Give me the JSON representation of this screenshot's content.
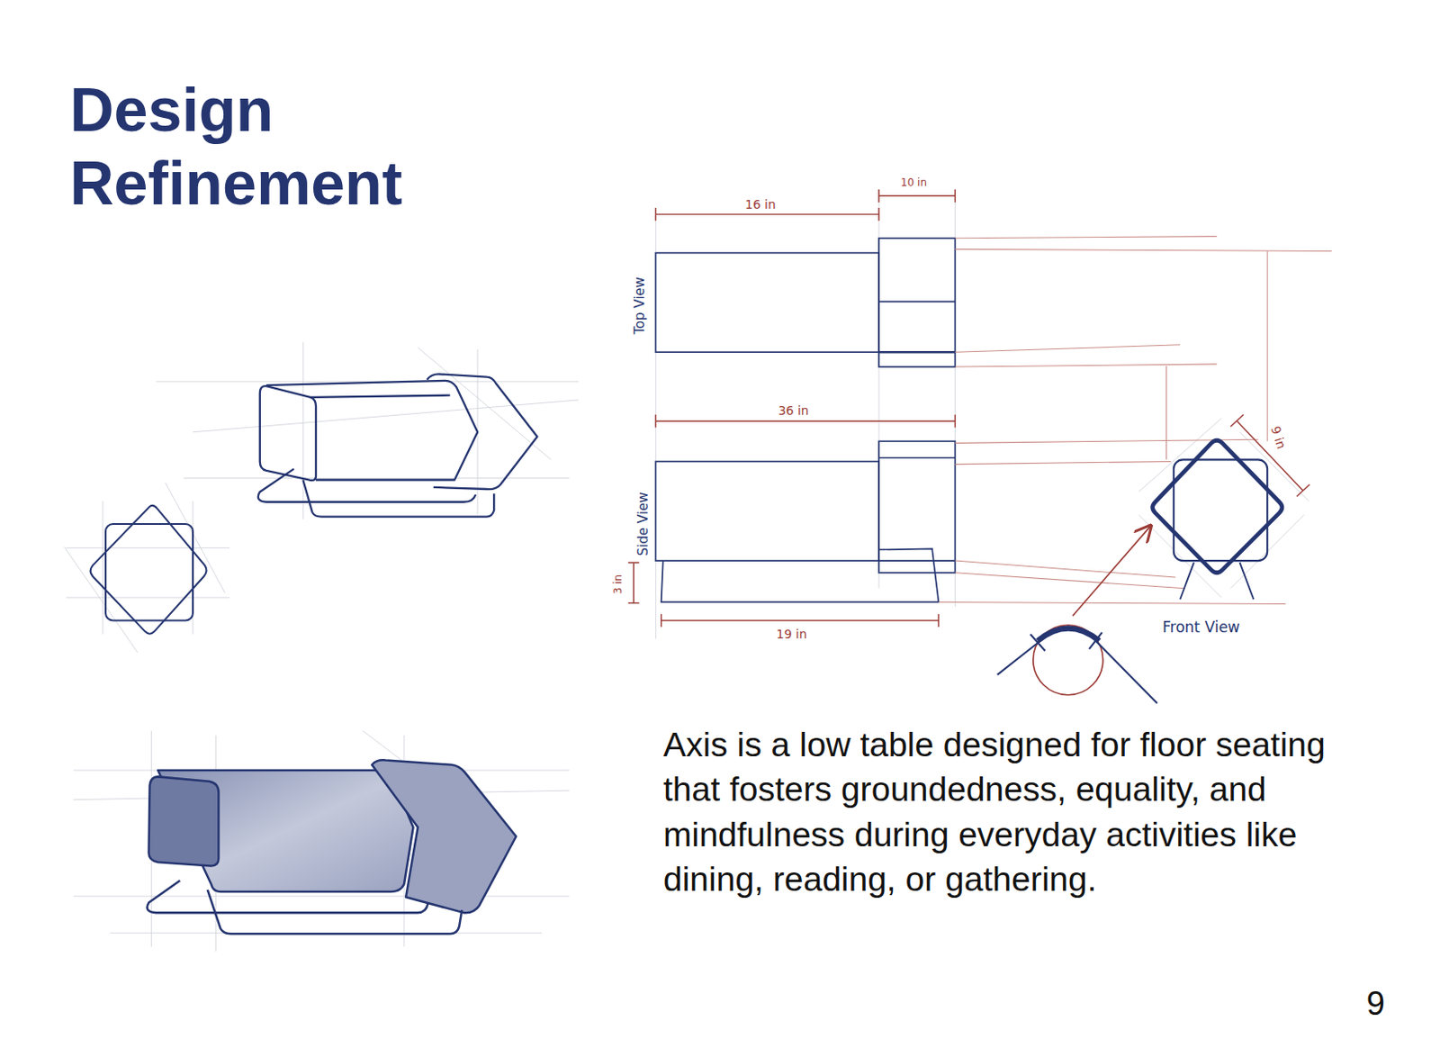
{
  "diagram": {
    "title": "Design Refinement",
    "caption": "Axis is a low table designed for floor seating that fosters groundedness, equality, and mindfulness during everyday activities like dining, reading, or gathering.",
    "labels": [
      "16 in",
      "10 in",
      "Top View",
      "36 in",
      "Side View",
      "3 in",
      "19 in",
      "9 in",
      "Front View",
      "9"
    ]
  }
}
